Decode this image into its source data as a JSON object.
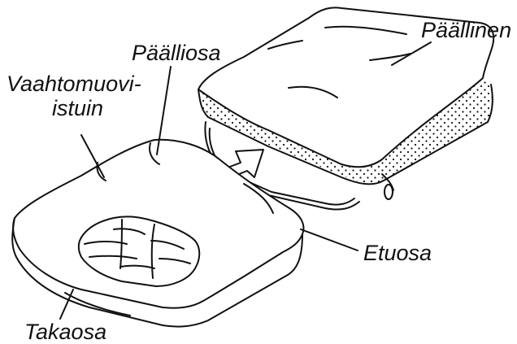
{
  "labels": {
    "vaahtomuovi_line1": "Vaahtomuovi-",
    "vaahtomuovi_line2": "istuin",
    "paalliosa": "Päälliosa",
    "paallinen": "Päällinen",
    "etuosa": "Etuosa",
    "takaosa": "Takaosa"
  },
  "colors": {
    "line": "#111111",
    "background": "#ffffff"
  }
}
